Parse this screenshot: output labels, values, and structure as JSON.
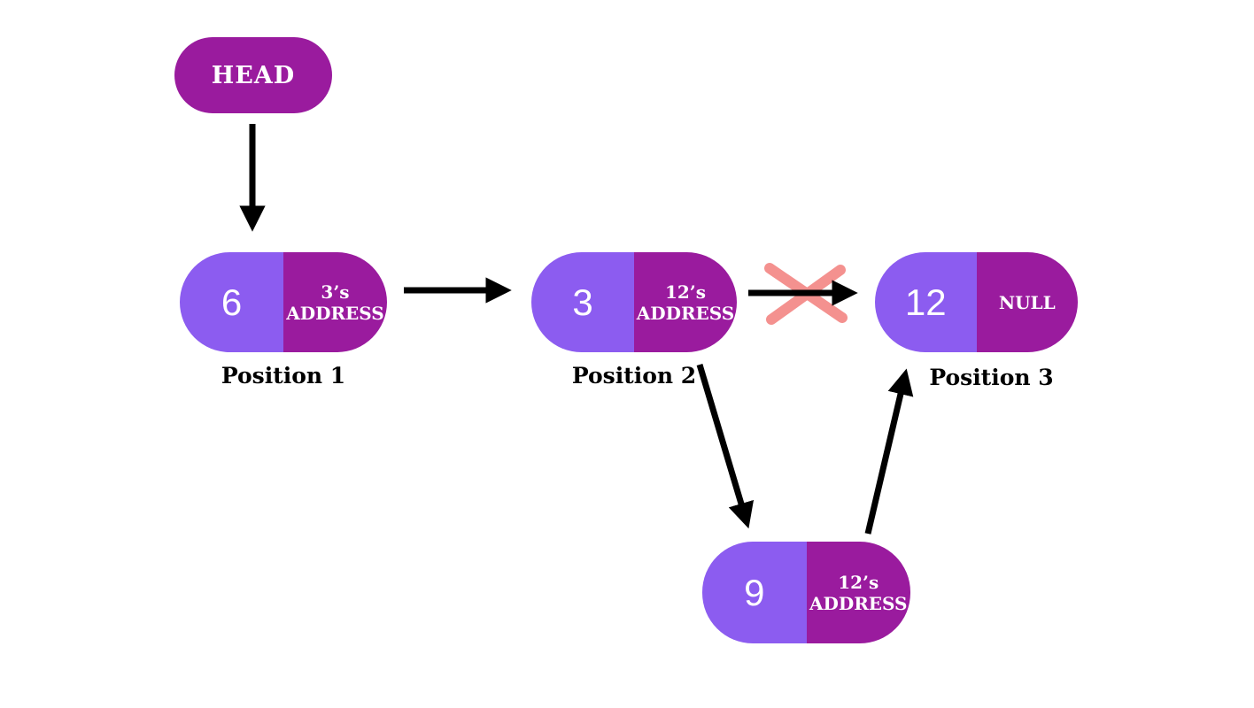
{
  "diagram": {
    "head": {
      "label": "HEAD"
    },
    "nodes": [
      {
        "value": "6",
        "pointer_line1": "3’s",
        "pointer_line2": "ADDRESS"
      },
      {
        "value": "3",
        "pointer_line1": "12’s",
        "pointer_line2": "ADDRESS"
      },
      {
        "value": "12",
        "pointer_line1": "NULL",
        "pointer_line2": ""
      },
      {
        "value": "9",
        "pointer_line1": "12’s",
        "pointer_line2": "ADDRESS"
      }
    ],
    "position_labels": [
      "Position 1",
      "Position 2",
      "Position 3"
    ],
    "colors": {
      "value_half": "#8C5CF0",
      "pointer_half": "#9A1B9E",
      "head_pill": "#9A1B9E",
      "arrow": "#000000",
      "cross": "#F4918F",
      "text_on_node": "#FFFFFF",
      "label_text": "#000000",
      "background": "#FFFFFF"
    }
  }
}
